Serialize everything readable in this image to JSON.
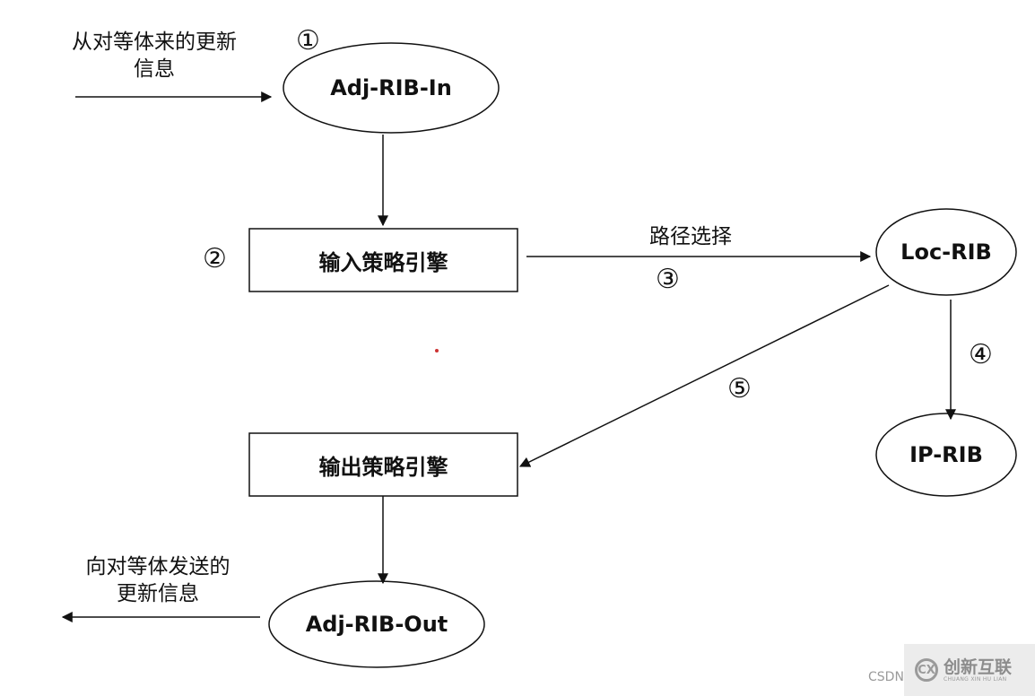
{
  "nodes": {
    "adj_rib_in": "Adj-RIB-In",
    "input_policy": "输入策略引擎",
    "loc_rib": "Loc-RIB",
    "ip_rib": "IP-RIB",
    "output_policy": "输出策略引擎",
    "adj_rib_out": "Adj-RIB-Out"
  },
  "notes": {
    "incoming_line1": "从对等体来的更新",
    "incoming_line2": "信息",
    "path_selection": "路径选择",
    "outgoing_line1": "向对等体发送的",
    "outgoing_line2": "更新信息"
  },
  "steps": {
    "s1": "①",
    "s2": "②",
    "s3": "③",
    "s4": "④",
    "s5": "⑤"
  },
  "watermark": {
    "csdn": "CSDN",
    "logo": "CX",
    "name": "创新互联",
    "sub": "CHUANG XIN HU LIAN"
  },
  "colors": {
    "stroke": "#111111",
    "watermark": "#9a9a9a"
  }
}
